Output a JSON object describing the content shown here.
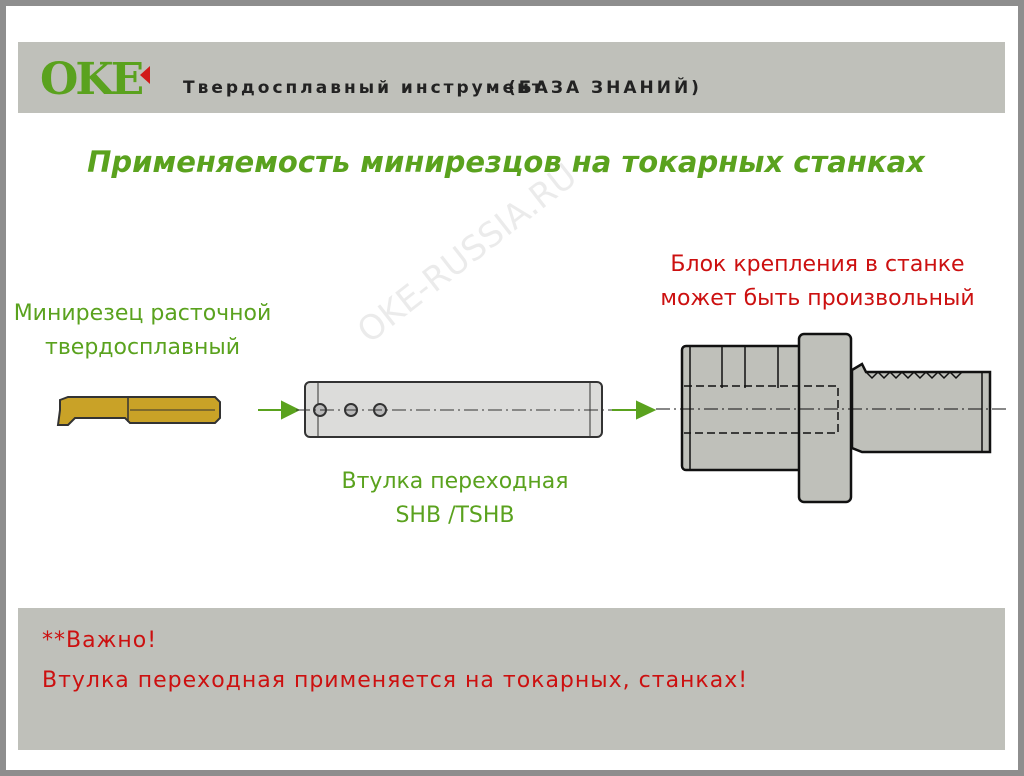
{
  "header": {
    "logo": "OKE",
    "subtitle": "Твердосплавный инструмент",
    "section": "(БАЗА ЗНАНИЙ)"
  },
  "title": "Применяемость минирезцов на токарных станках",
  "watermark": "OKE-RUSSIA.RU",
  "labels": {
    "cutter": [
      "Минирезец расточной",
      "твердосплавный"
    ],
    "sleeve": [
      "Втулка переходная",
      "SHB /TSHB"
    ],
    "block": [
      "Блок крепления в станке",
      "может быть произвольный"
    ]
  },
  "note": {
    "line1": "**Важно!",
    "line2": "Втулка переходная применяется на токарных, станках!"
  },
  "colors": {
    "green": "#5aa21e",
    "red": "#cc1010",
    "panel": "#bfc0ba"
  }
}
